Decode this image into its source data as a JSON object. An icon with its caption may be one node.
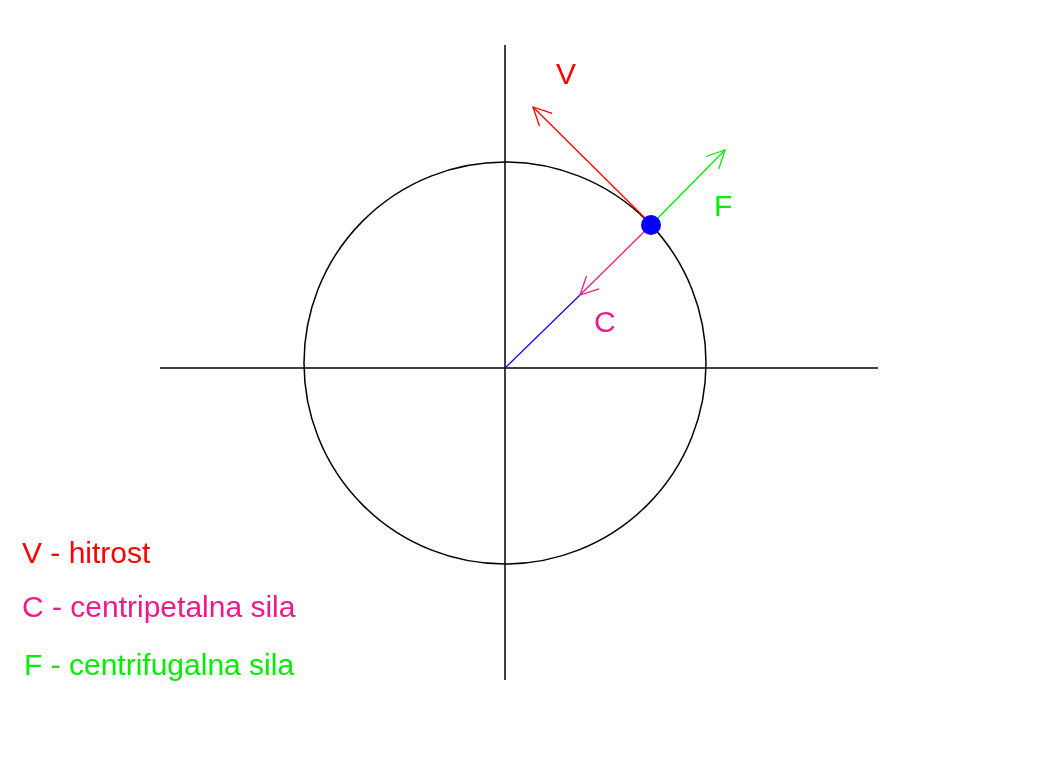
{
  "diagram": {
    "labels": [
      "V",
      "F",
      "C",
      "V - hitrost",
      "C - centripetalna sila",
      "F - centrifugalna sila"
    ]
  }
}
